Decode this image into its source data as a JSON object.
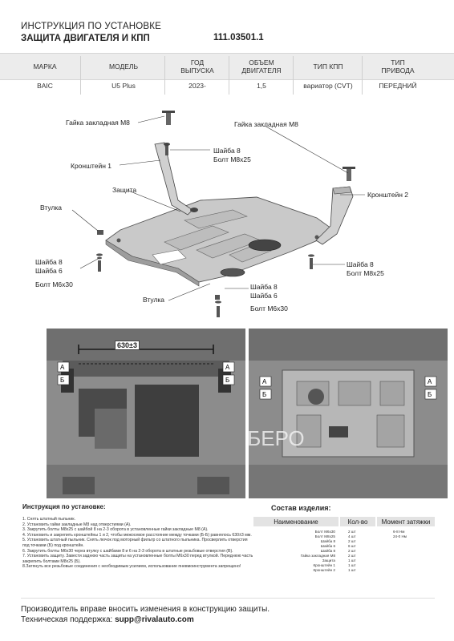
{
  "header": {
    "title_line1": "ИНСТРУКЦИЯ ПО УСТАНОВКЕ",
    "title_line2": "ЗАЩИТА ДВИГАТЕЛЯ И КПП",
    "article": "111.03501.1"
  },
  "spec_table": {
    "columns": [
      {
        "head": [
          "МАРКА"
        ],
        "value": "BAIC"
      },
      {
        "head": [
          "МОДЕЛЬ"
        ],
        "value": "U5 Plus"
      },
      {
        "head": [
          "ГОД",
          "ВЫПУСКА"
        ],
        "value": "2023-"
      },
      {
        "head": [
          "ОБЪЕМ",
          "ДВИГАТЕЛЯ"
        ],
        "value": "1,5"
      },
      {
        "head": [
          "ТИП КПП"
        ],
        "value": "вариатор (CVT)"
      },
      {
        "head": [
          "ТИП",
          "ПРИВОДА"
        ],
        "value": "ПЕРЕДНИЙ"
      }
    ]
  },
  "diagram": {
    "labels": {
      "nut_left": "Гайка закладная М8",
      "nut_right": "Гайка закладная М8",
      "washer_bolt_top_1": "Шайба 8",
      "washer_bolt_top_2": "Болт М8х25",
      "bracket1": "Кронштейн 1",
      "guard": "Защита",
      "bracket2": "Кронштейн 2",
      "bushing_left": "Втулка",
      "left_washer8": "Шайба 8",
      "left_washer6": "Шайба 6",
      "left_bolt": "Болт М6х30",
      "right_washer8": "Шайба 8",
      "right_bolt": "Болт М8х25",
      "bottom_bushing": "Втулка",
      "bottom_washer8": "Шайба 8",
      "bottom_washer6": "Шайба 6",
      "bottom_bolt": "Болт М6х30"
    }
  },
  "photos": {
    "dimension": "630±3",
    "marker_a": "А",
    "marker_b": "Б",
    "watermark": "ОБЕРО"
  },
  "instructions": {
    "title": "Инструкция по установке:",
    "steps": [
      "1. Снять штатный пыльник.",
      "2. Установить гайки закладные М8 над отверстиями (А).",
      "3. Закрутить болты М8х25 с шайбой 8 на 2-3 оборота в установленные гайки закладные М8 (А).",
      "4. Установить и закрепить кронштейны 1 и 2, чтобы межосевое расстояние между точками (Б-Б) равнялось 630±3 мм.",
      "5. Установить штатный пыльник. Снять лючок под моторный фильтр со штатного пыльника. Просверлить отверстия под точками (Б) под кронштейн.",
      "6. Закрутить болты М6х30 через втулку с шайбами 8 и 6 на 2-3 оборота в штатные резьбовые отверстия (В).",
      "7. Установить защиту. Завести заднюю часть защиты на установленные болты М6х30 перед втулкой. Переднюю часть закрепить болтами М8х25 (Б).",
      "8.Затянуть все резьбовые соединения с необходимым усилием, использование пневмоинструмента запрещено!"
    ]
  },
  "composition": {
    "title": "Состав изделия:",
    "headers": [
      "Наименование",
      "Кол-во",
      "Момент затяжки"
    ],
    "rows": [
      {
        "name": "Болт М6х30",
        "qty": "2 шт",
        "torque": "6-8 Нм"
      },
      {
        "name": "Болт М8х25",
        "qty": "4 шт",
        "torque": "24-0 Нм"
      },
      {
        "name": "Шайба 8",
        "qty": "2 шт",
        "torque": ""
      },
      {
        "name": "Шайба 6",
        "qty": "6 шт",
        "torque": ""
      },
      {
        "name": "Шайба 8",
        "qty": "2 шт",
        "torque": ""
      },
      {
        "name": "Гайка закладная М8",
        "qty": "2 шт",
        "torque": ""
      },
      {
        "name": "Защита",
        "qty": "1 шт",
        "torque": ""
      },
      {
        "name": "Кронштейн 1",
        "qty": "1 шт",
        "torque": ""
      },
      {
        "name": "Кронштейн 2",
        "qty": "1 шт",
        "torque": ""
      }
    ]
  },
  "footer": {
    "line1": "Производитель вправе вносить изменения в конструкцию защиты.",
    "line2_prefix": "Техническая поддержка: ",
    "line2_email": "supp@rivalauto.com"
  },
  "colors": {
    "band": "#ececec",
    "marker": "#ffffff",
    "dimension_line": "#1a1a1a"
  }
}
